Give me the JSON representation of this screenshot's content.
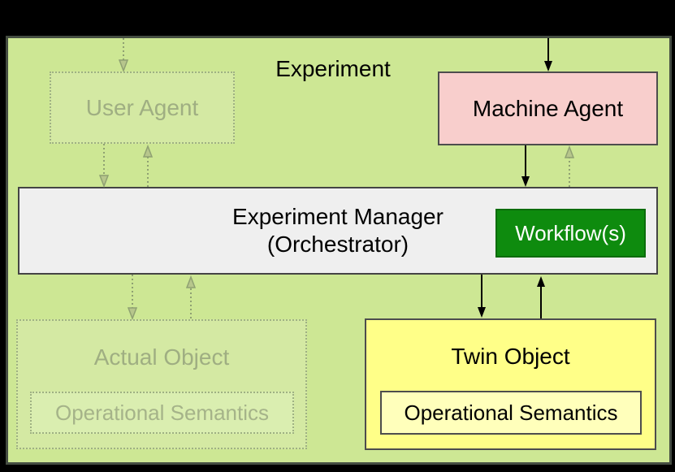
{
  "diagram": {
    "title": "Experiment",
    "nodes": {
      "user_agent": {
        "label": "User Agent"
      },
      "machine_agent": {
        "label": "Machine Agent"
      },
      "experiment_manager": {
        "line1": "Experiment Manager",
        "line2": "(Orchestrator)"
      },
      "workflow": {
        "label": "Workflow(s)"
      },
      "actual_object": {
        "label": "Actual Object",
        "sub": "Operational Semantics"
      },
      "twin_object": {
        "label": "Twin Object",
        "sub": "Operational Semantics"
      }
    },
    "edges": [
      {
        "from": "top-edge",
        "to": "user_agent",
        "direction": "down",
        "style": "dotted-faded"
      },
      {
        "from": "user_agent",
        "to": "experiment_manager",
        "direction": "down",
        "style": "dotted-faded"
      },
      {
        "from": "experiment_manager",
        "to": "user_agent",
        "direction": "up",
        "style": "dotted-faded"
      },
      {
        "from": "top-edge",
        "to": "machine_agent",
        "direction": "down",
        "style": "solid"
      },
      {
        "from": "machine_agent",
        "to": "experiment_manager",
        "direction": "down",
        "style": "solid"
      },
      {
        "from": "experiment_manager",
        "to": "machine_agent",
        "direction": "up",
        "style": "dotted-faded"
      },
      {
        "from": "experiment_manager",
        "to": "actual_object",
        "direction": "down",
        "style": "dotted-faded"
      },
      {
        "from": "actual_object",
        "to": "experiment_manager",
        "direction": "up",
        "style": "dotted-faded"
      },
      {
        "from": "experiment_manager",
        "to": "twin_object",
        "direction": "down",
        "style": "solid"
      },
      {
        "from": "twin_object",
        "to": "experiment_manager",
        "direction": "up",
        "style": "solid"
      }
    ],
    "colors": {
      "surround": "#000000",
      "canvas_background": "#cde794",
      "canvas_border": "#454d42",
      "machine_agent_fill": "#f8cecc",
      "experiment_manager_fill": "#efefef",
      "workflow_fill": "#0e8b0e",
      "workflow_text": "#ffffff",
      "twin_object_fill": "#ffff88",
      "twin_sub_fill": "#ffffbb",
      "solid_border": "#4d4d4d",
      "faded_stroke": "#9fb183",
      "faded_text": "#9fae82",
      "arrow_solid": "#000000",
      "arrow_faded": "#8fa172"
    }
  }
}
